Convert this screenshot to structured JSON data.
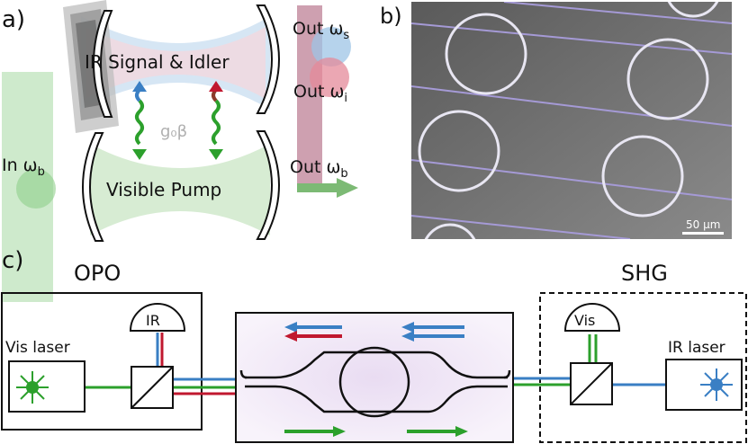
{
  "panel_labels": {
    "a": "a)",
    "b": "b)",
    "c": "c)"
  },
  "panel_a": {
    "ir_cavity_label": "IR Signal & Idler",
    "pump_cavity_label": "Visible Pump",
    "coupling_label": "g₀β",
    "in_label": "In ω",
    "in_sub": "b",
    "out_s_label": "Out ω",
    "out_s_sub": "s",
    "out_i_label": "Out ω",
    "out_i_sub": "i",
    "out_b_label": "Out ω",
    "out_b_sub": "b"
  },
  "panel_b": {
    "scale_bar_label": "50 μm"
  },
  "panel_c": {
    "opo_title": "OPO",
    "shg_title": "SHG",
    "vis_laser_label": "Vis laser",
    "ir_detector_label": "IR",
    "vis_detector_label": "Vis",
    "ir_laser_label": "IR laser"
  },
  "colors": {
    "ir_blue": "#3a7fc4",
    "ir_red": "#c0182f",
    "visible_green": "#2ca02c",
    "pump_fill": "#d7ecd3",
    "ir_fill": "#d6e6f4",
    "out_bar": "#b9788f",
    "in_bar": "#c5e6c3"
  }
}
